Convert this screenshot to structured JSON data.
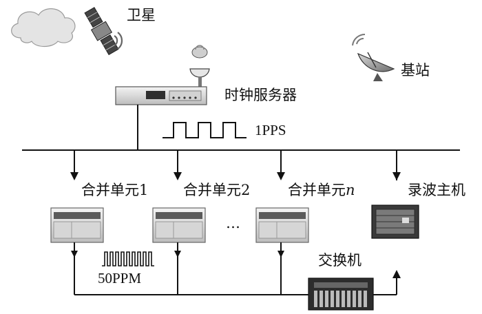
{
  "labels": {
    "satellite": "卫星",
    "base_station": "基站",
    "clock_server": "时钟服务器",
    "pps": "1PPS",
    "merge_unit_1": "合并单元1",
    "merge_unit_2": "合并单元2",
    "merge_unit_n_prefix": "合并单元",
    "merge_unit_n_var": "n",
    "ellipsis": "…",
    "recorder": "录波主机",
    "switch": "交换机",
    "ppm": "50PPM"
  },
  "icons": [
    "cloud-icon",
    "satellite-icon",
    "antenna-dish-icon",
    "clock-server-icon",
    "merge-unit-device-icon",
    "recorder-device-icon",
    "switch-device-icon",
    "pulse-waveform-icon"
  ],
  "colors": {
    "line": "#111111",
    "device_light": "#e8e8e8",
    "device_dark": "#3a3a3a"
  }
}
